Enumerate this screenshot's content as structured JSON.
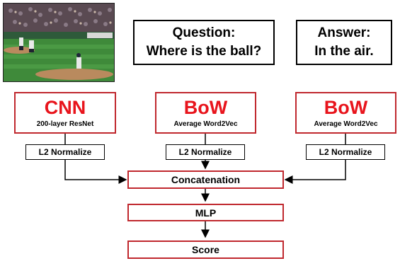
{
  "question": {
    "title": "Question:",
    "text": "Where is the ball?"
  },
  "answer": {
    "title": "Answer:",
    "text": "In the air."
  },
  "encoders": [
    {
      "title": "CNN",
      "sub": "200-layer ResNet"
    },
    {
      "title": "BoW",
      "sub": "Average Word2Vec"
    },
    {
      "title": "BoW",
      "sub": "Average Word2Vec"
    }
  ],
  "normalize_label": "L2 Normalize",
  "flow": {
    "concat": "Concatenation",
    "mlp": "MLP",
    "score": "Score"
  },
  "image": {
    "description": "baseball game photo"
  },
  "colors": {
    "accent_red": "#e8141c",
    "box_border_red": "#c0282e"
  }
}
